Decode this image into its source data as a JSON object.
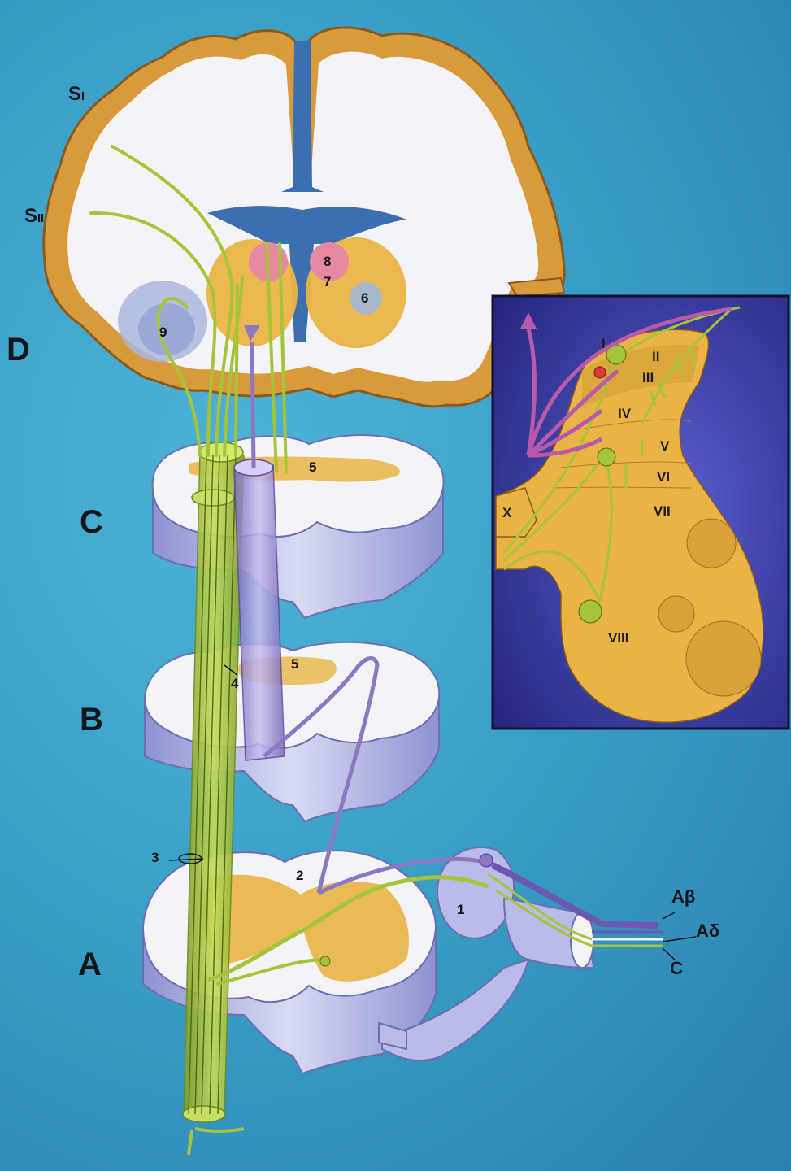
{
  "section_labels": {
    "a": "A",
    "b": "B",
    "c": "C",
    "d": "D"
  },
  "cortex_labels": {
    "s1": "S",
    "s1_sub": "I",
    "s2": "S",
    "s2_sub": "II"
  },
  "number_labels": {
    "n1": "1",
    "n2": "2",
    "n3": "3",
    "n4": "4",
    "n5_c": "5",
    "n5_b": "5",
    "n6": "6",
    "n7": "7",
    "n8": "8",
    "n9": "9"
  },
  "fiber_labels": {
    "a_beta": "Aβ",
    "a_delta": "Aδ",
    "c": "C"
  },
  "lamina_labels": [
    "I",
    "II",
    "III",
    "IV",
    "V",
    "VI",
    "VII",
    "VIII",
    "X"
  ],
  "colors": {
    "background": "#3aa0c8",
    "white_matter": "#f4f4f8",
    "gray_matter": "#e9b445",
    "cortex": "#d99a3c",
    "ventricle": "#3b6fb0",
    "tract_green": "#a6c43a",
    "tract_purple": "#8c78c0",
    "inset_background": "#2b2b8c",
    "thalamus_pink": "#e58aa0"
  }
}
